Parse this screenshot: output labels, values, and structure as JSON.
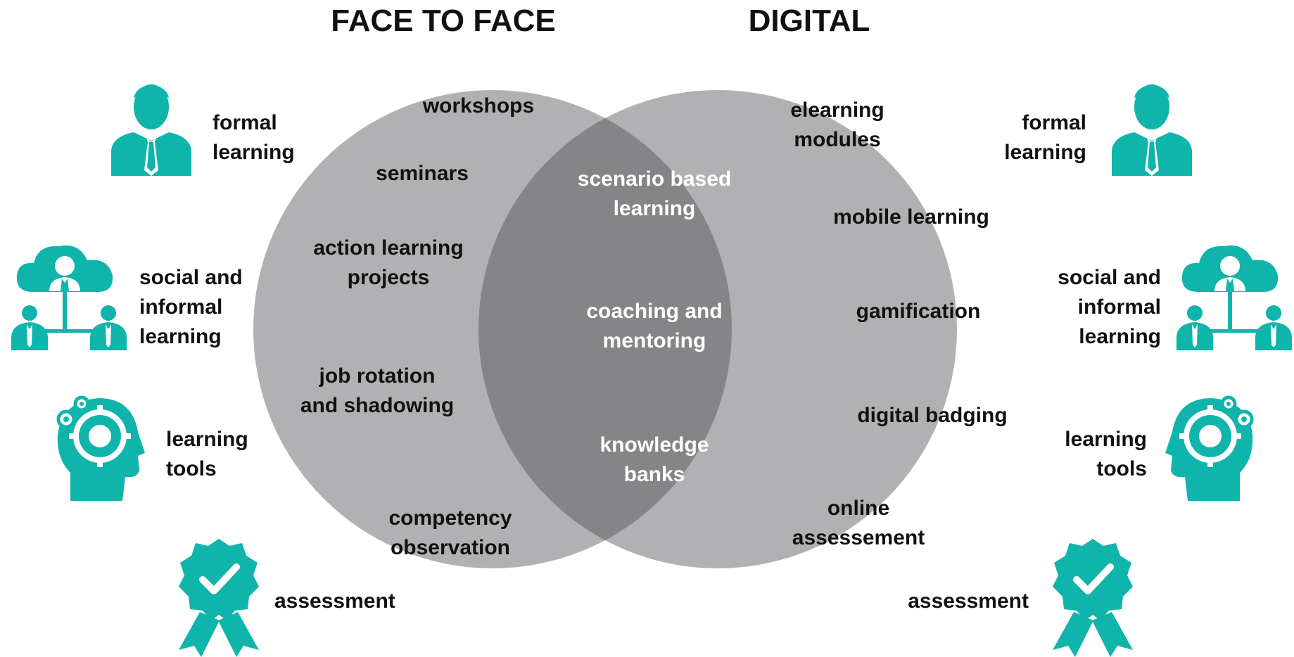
{
  "headings": {
    "left": "FACE TO FACE",
    "right": "DIGITAL"
  },
  "colors": {
    "circle": "#b1b1b4",
    "overlap": "#858588",
    "accent": "#0fb5ab",
    "text_dark": "#111111",
    "text_light": "#ffffff"
  },
  "face_to_face": {
    "workshops": "workshops",
    "seminars": "seminars",
    "action_learning": [
      "action learning",
      "projects"
    ],
    "job_rotation": [
      "job rotation",
      "and shadowing"
    ],
    "competency": [
      "competency",
      "observation"
    ]
  },
  "overlap": {
    "scenario": [
      "scenario based",
      "learning"
    ],
    "coaching": [
      "coaching and",
      "mentoring"
    ],
    "knowledge": [
      "knowledge",
      "banks"
    ]
  },
  "digital": {
    "elearning": [
      "elearning",
      "modules"
    ],
    "mobile": "mobile learning",
    "gamification": "gamification",
    "badging": "digital badging",
    "online": [
      "online",
      "assessement"
    ]
  },
  "categories_left": {
    "formal": [
      "formal",
      "learning"
    ],
    "social": [
      "social and",
      "informal",
      "learning"
    ],
    "tools": [
      "learning",
      "tools"
    ],
    "assessment": "assessment"
  },
  "categories_right": {
    "formal": [
      "formal",
      "learning"
    ],
    "social": [
      "social and",
      "informal",
      "learning"
    ],
    "tools": [
      "learning",
      "tools"
    ],
    "assessment": "assessment"
  },
  "icons": {
    "formal": "businessman-icon",
    "social": "cloud-network-people-icon",
    "tools": "head-gears-icon",
    "assessment": "award-badge-check-icon"
  }
}
